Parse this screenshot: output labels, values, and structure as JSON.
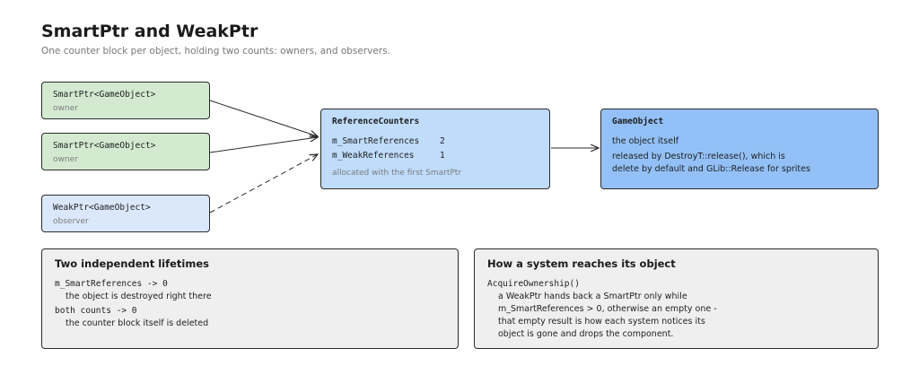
{
  "header": {
    "title": "SmartPtr and WeakPtr",
    "subtitle": "One counter block per object, holding two counts: owners, and observers."
  },
  "nodes": {
    "owner1": {
      "type": "SmartPtr<GameObject>",
      "role": "owner"
    },
    "owner2": {
      "type": "SmartPtr<GameObject>",
      "role": "owner"
    },
    "observer": {
      "type": "WeakPtr<GameObject>",
      "role": "observer"
    },
    "counters": {
      "title": "ReferenceCounters",
      "smart_label": "m_SmartReferences",
      "smart_value": "2",
      "weak_label": "m_WeakReferences",
      "weak_value": "1",
      "note": "allocated with the first SmartPtr"
    },
    "object": {
      "title": "GameObject",
      "line1": "the object itself",
      "line2": "released by DestroyT::release(), which is",
      "line3": "delete by default and GLib::Release for sprites"
    }
  },
  "panels": {
    "lifetimes": {
      "title": "Two independent lifetimes",
      "line1": "m_SmartReferences -> 0",
      "line2": "the object is destroyed right there",
      "line3": "both counts -> 0",
      "line4": "the counter block itself is deleted"
    },
    "reach": {
      "title": "How a system reaches its object",
      "line1": "AcquireOwnership()",
      "line2": "a WeakPtr hands back a SmartPtr only while",
      "line3": "m_SmartReferences > 0, otherwise an empty one -",
      "line4": "that empty result is how each system notices its",
      "line5": "object is gone and drops the component."
    }
  },
  "colors": {
    "owner_fill": "#d3ead1",
    "observer_fill": "#dbe8fb",
    "counters_fill": "#bfdcfb",
    "object_fill": "#93c1f7",
    "panel_fill": "#efefef"
  }
}
